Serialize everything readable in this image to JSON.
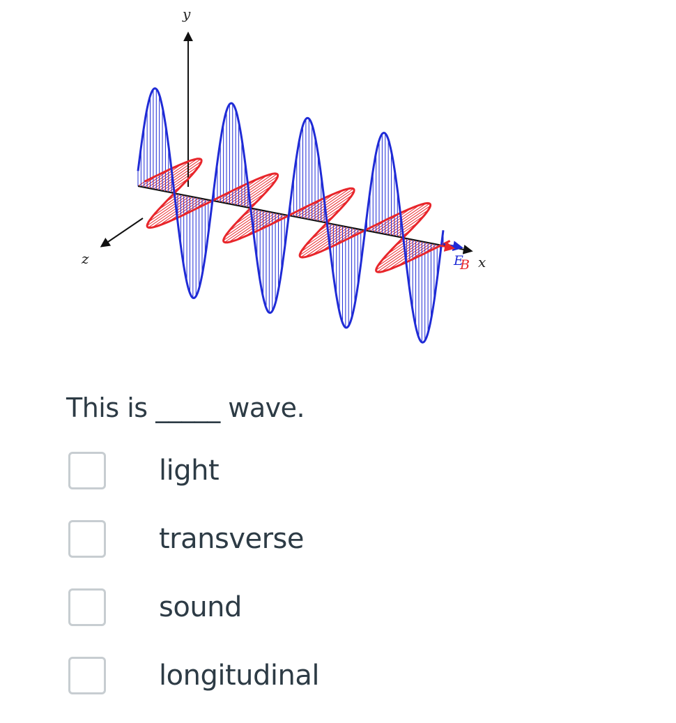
{
  "figure": {
    "axes": {
      "y": "y",
      "z": "z",
      "x": "x"
    },
    "vectors": {
      "E": "E",
      "B": "B"
    },
    "colors": {
      "electric": "#1f2bd6",
      "magnetic": "#e8262b",
      "axis": "#111111"
    }
  },
  "question": {
    "prefix": "This is",
    "blank": "_____",
    "suffix": "wave."
  },
  "options": [
    {
      "label": "light",
      "checked": false
    },
    {
      "label": "transverse",
      "checked": false
    },
    {
      "label": "sound",
      "checked": false
    },
    {
      "label": "longitudinal",
      "checked": false
    }
  ]
}
